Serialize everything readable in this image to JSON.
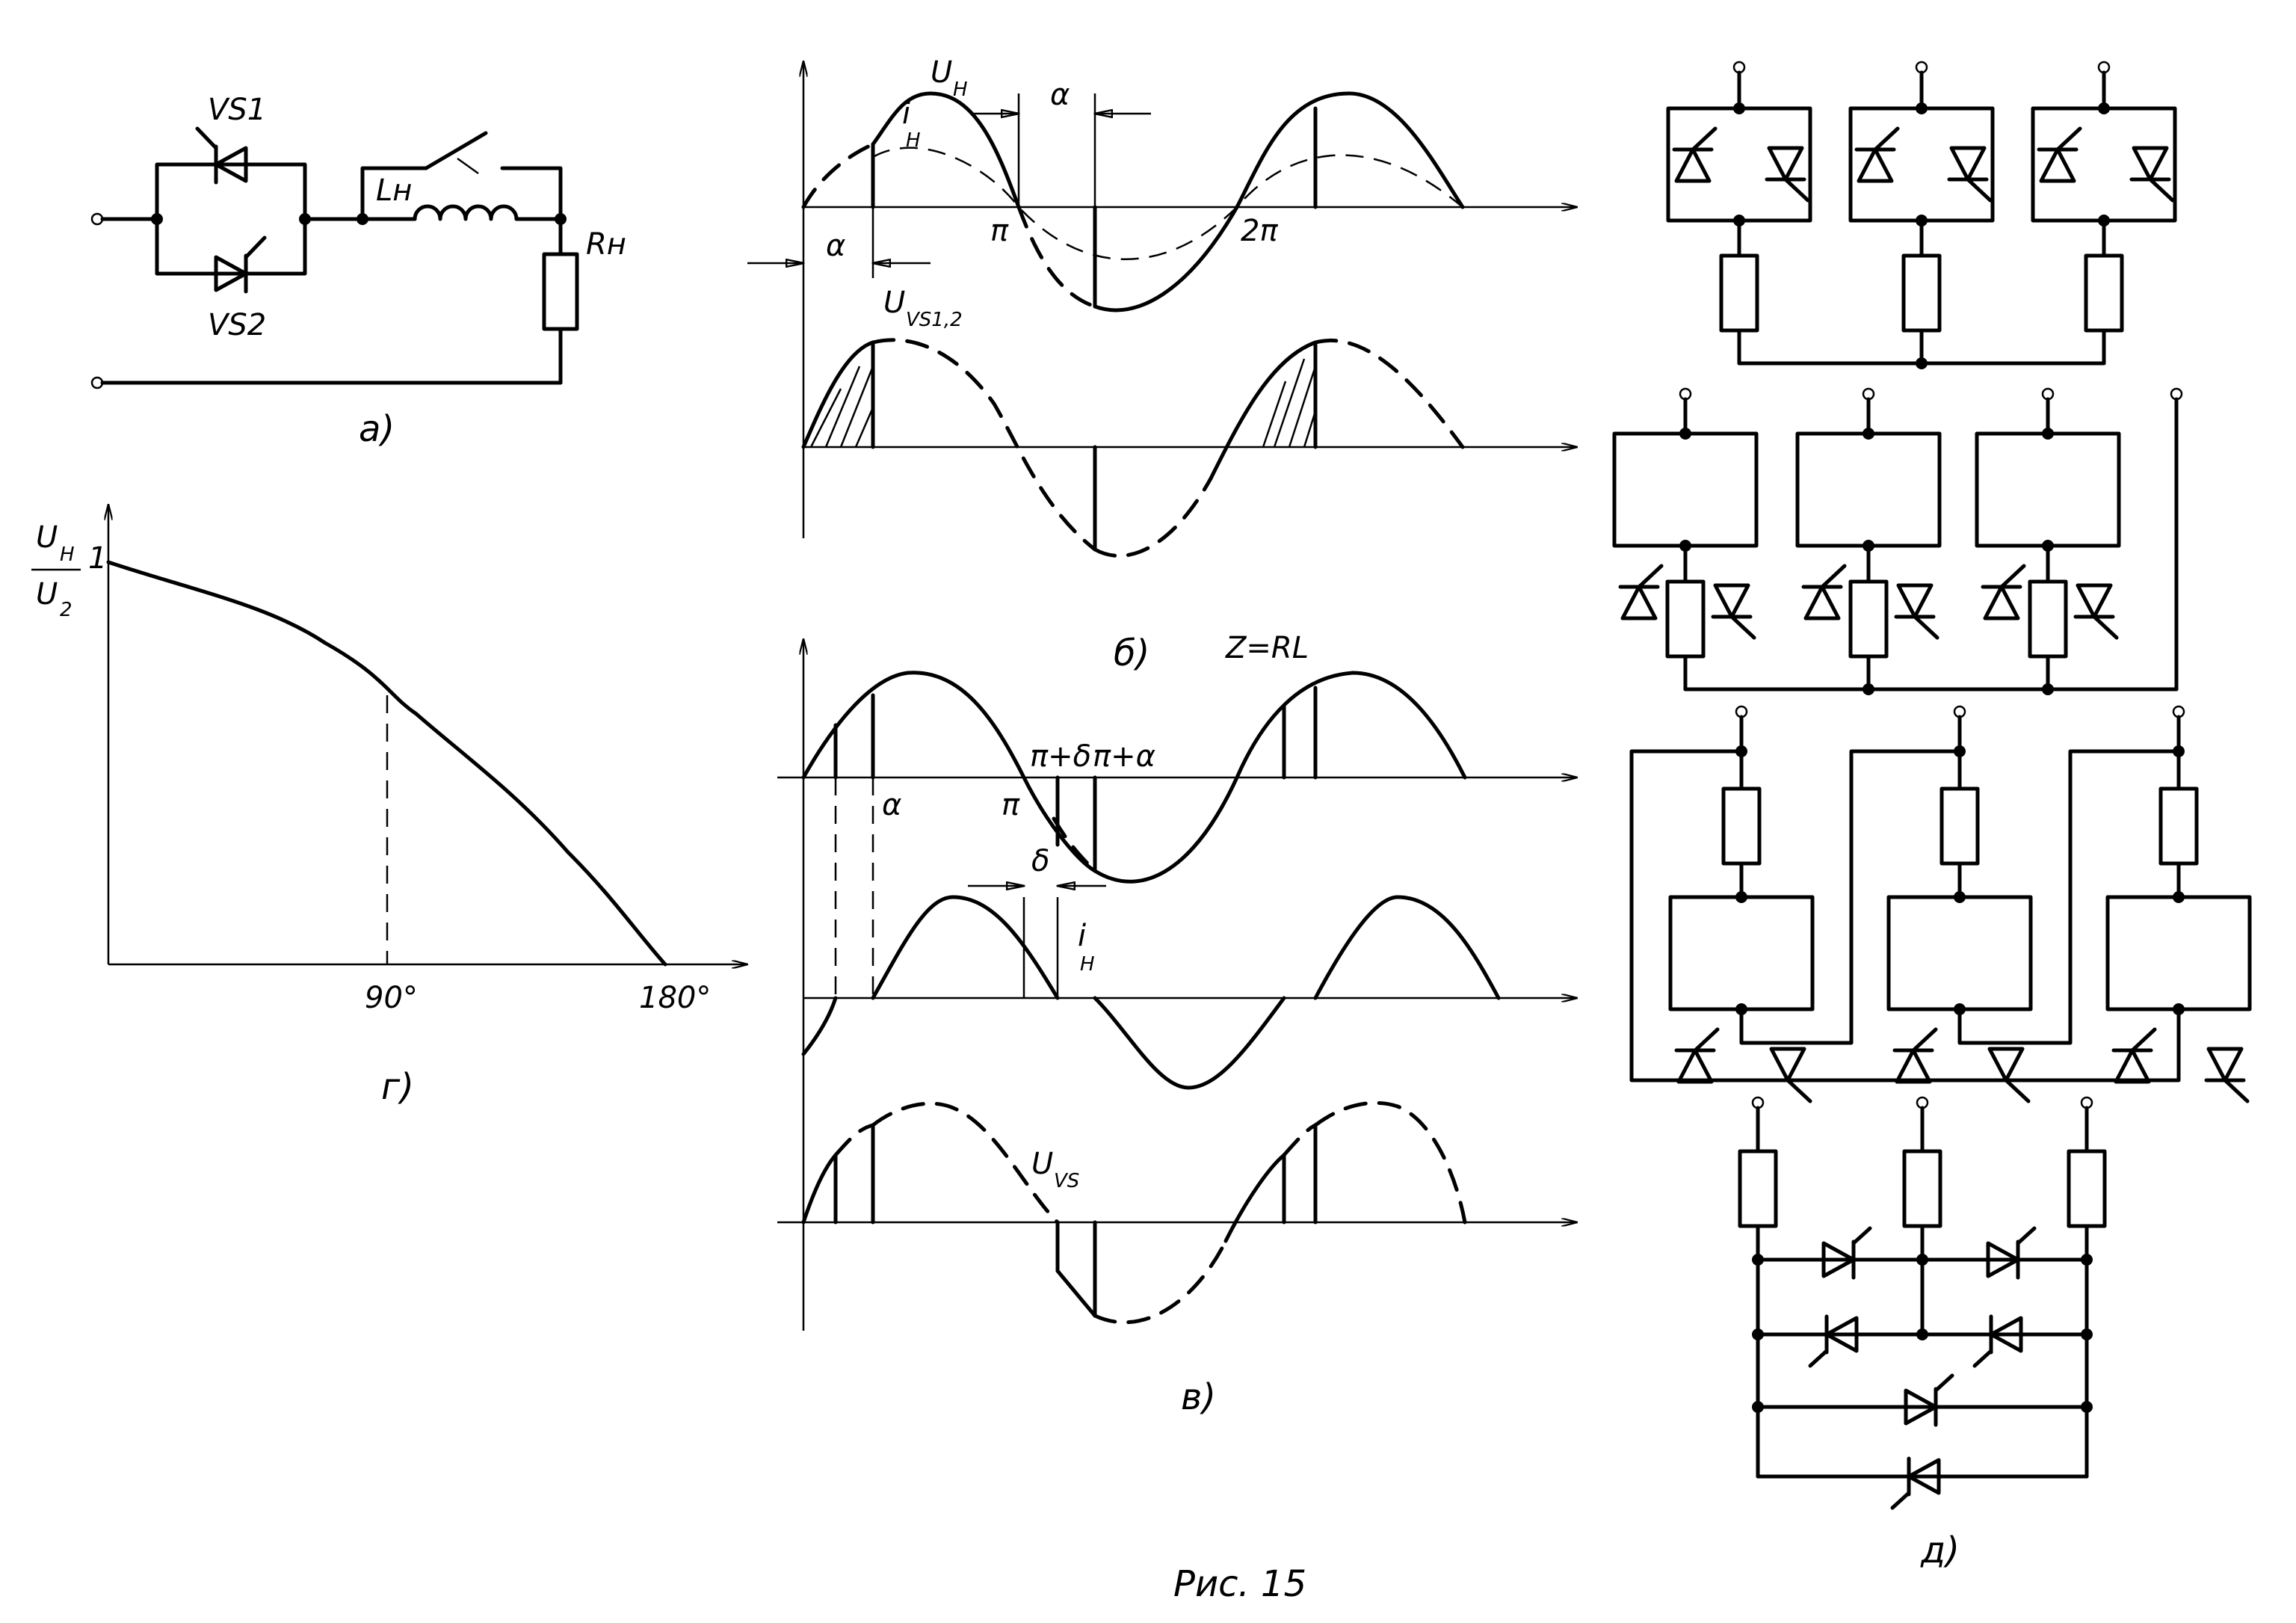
{
  "circuit_a": {
    "vs1": "VS1",
    "vs2": "VS2",
    "l_label": "Lн",
    "r_label": "Rн",
    "caption": "а)"
  },
  "graph_b": {
    "u_main": "U",
    "u_main_sub": "Н",
    "i_main": "i",
    "i_main_sub": "Н",
    "alpha_top": "α",
    "alpha_left": "α",
    "pi": "π",
    "two_pi": "2π",
    "u_vs": "U",
    "u_vs_sub": "VS1,2",
    "caption": "б)",
    "impedance": "Z=RL"
  },
  "graph_v": {
    "pi_delta": "π+δ",
    "pi_alpha": "π+α",
    "alpha": "α",
    "pi": "π",
    "delta": "δ",
    "i_h": "i",
    "i_h_sub": "Н",
    "u_vs": "U",
    "u_vs_sub": "VS",
    "caption": "в)"
  },
  "graph_g": {
    "y_num": "U",
    "y_num_sub": "Н",
    "y_den": "U",
    "y_den_sub": "2",
    "y_tick": "1",
    "x_tick_90": "90°",
    "x_tick_180": "180°",
    "caption": "г)"
  },
  "schemes_d": {
    "caption": "д)"
  },
  "figure_caption": "Рис. 15"
}
